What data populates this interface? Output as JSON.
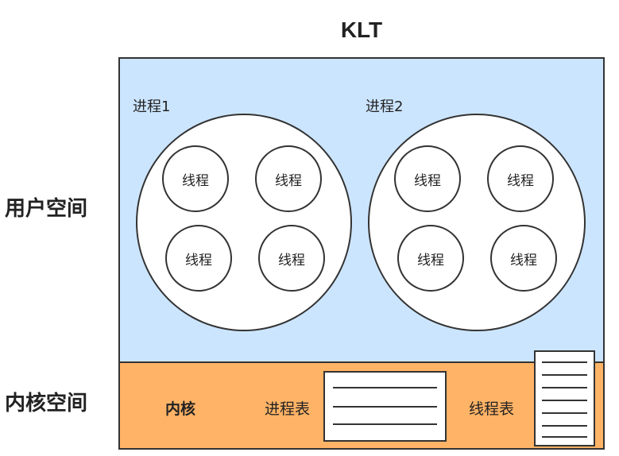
{
  "title": "KLT",
  "user_space": {
    "label": "用户空间",
    "processes": [
      {
        "label": "进程1",
        "threads": [
          "线程",
          "线程",
          "线程",
          "线程"
        ]
      },
      {
        "label": "进程2",
        "threads": [
          "线程",
          "线程",
          "线程",
          "线程"
        ]
      }
    ]
  },
  "kernel_space": {
    "label": "内核空间",
    "kernel_label": "内核",
    "process_table_label": "进程表",
    "thread_table_label": "线程表"
  },
  "colors": {
    "user_space_fill": "#cce5ff",
    "kernel_space_fill": "#ffb366",
    "stroke": "#333333"
  }
}
